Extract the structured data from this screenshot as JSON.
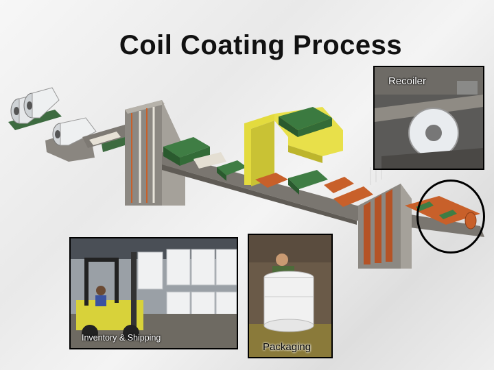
{
  "title": "Coil Coating Process",
  "photos": {
    "recoiler": "Recoiler",
    "inventory": "Inventory & Shipping",
    "packaging": "Packaging"
  },
  "colors": {
    "line_gray": "#7a7670",
    "green_unit": "#2f6b34",
    "yellow_frame": "#e8e04a",
    "orange_section": "#c8602a",
    "highlight_circle": "#000000"
  }
}
